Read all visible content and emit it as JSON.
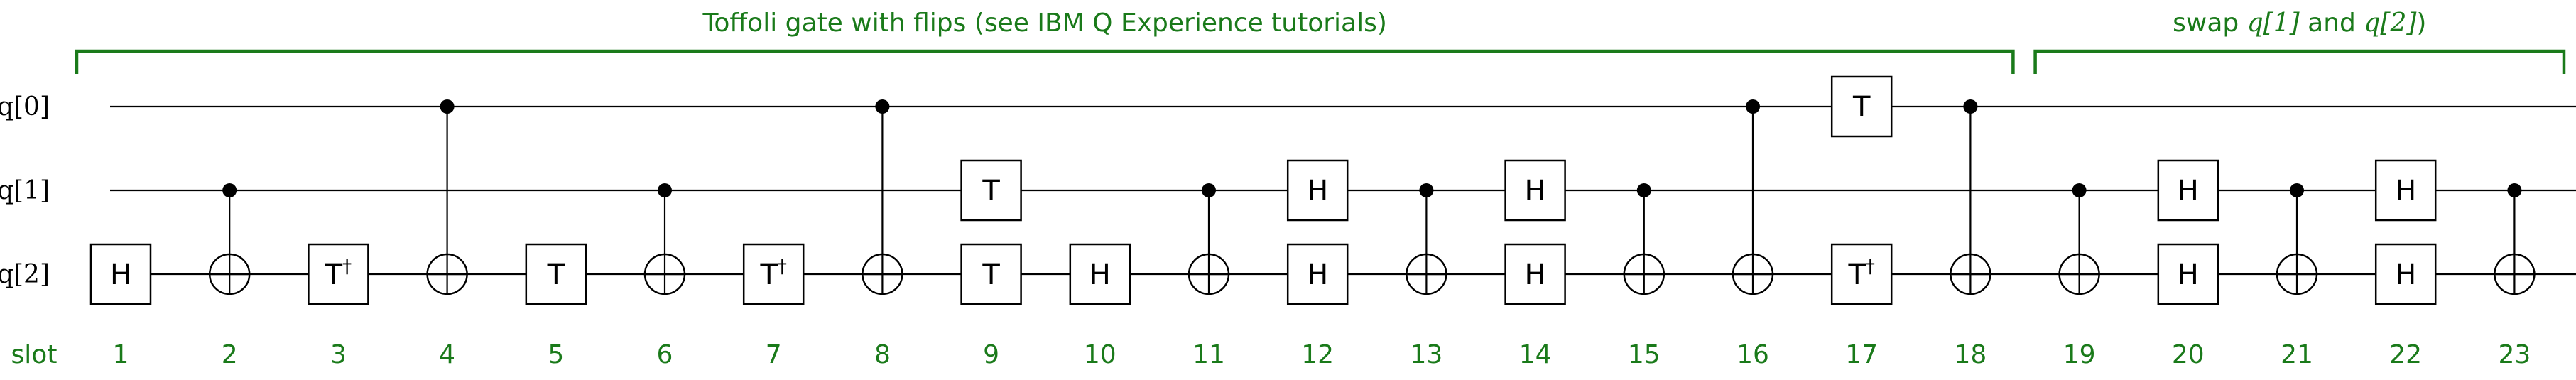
{
  "groups": [
    {
      "title": "Toffoli gate with flips (see IBM Q Experience tutorials)",
      "from_slot": 1,
      "to_slot": 18
    },
    {
      "title_prefix": "swap ",
      "q_a": "q[1]",
      "title_mid": " and ",
      "q_b": "q[2]",
      "title_suffix": ")",
      "from_slot": 19,
      "to_slot": 23
    }
  ],
  "qubits": [
    "q[0]",
    "q[1]",
    "q[2]"
  ],
  "slot_label": "slot",
  "slots": [
    "1",
    "2",
    "3",
    "4",
    "5",
    "6",
    "7",
    "8",
    "9",
    "10",
    "11",
    "12",
    "13",
    "14",
    "15",
    "16",
    "17",
    "18",
    "19",
    "20",
    "21",
    "22",
    "23"
  ],
  "operations": [
    {
      "slot": 1,
      "kind": "gate",
      "qubit": 2,
      "label": "H"
    },
    {
      "slot": 2,
      "kind": "cnot",
      "control": 1,
      "target": 2
    },
    {
      "slot": 3,
      "kind": "gate",
      "qubit": 2,
      "label": "T",
      "dagger": "†"
    },
    {
      "slot": 4,
      "kind": "cnot",
      "control": 0,
      "target": 2
    },
    {
      "slot": 5,
      "kind": "gate",
      "qubit": 2,
      "label": "T"
    },
    {
      "slot": 6,
      "kind": "cnot",
      "control": 1,
      "target": 2
    },
    {
      "slot": 7,
      "kind": "gate",
      "qubit": 2,
      "label": "T",
      "dagger": "†"
    },
    {
      "slot": 8,
      "kind": "cnot",
      "control": 0,
      "target": 2
    },
    {
      "slot": 9,
      "kind": "gate",
      "qubit": 1,
      "label": "T"
    },
    {
      "slot": 9,
      "kind": "gate",
      "qubit": 2,
      "label": "T"
    },
    {
      "slot": 10,
      "kind": "gate",
      "qubit": 2,
      "label": "H"
    },
    {
      "slot": 11,
      "kind": "cnot",
      "control": 1,
      "target": 2
    },
    {
      "slot": 12,
      "kind": "gate",
      "qubit": 1,
      "label": "H"
    },
    {
      "slot": 12,
      "kind": "gate",
      "qubit": 2,
      "label": "H"
    },
    {
      "slot": 13,
      "kind": "cnot",
      "control": 1,
      "target": 2
    },
    {
      "slot": 14,
      "kind": "gate",
      "qubit": 1,
      "label": "H"
    },
    {
      "slot": 14,
      "kind": "gate",
      "qubit": 2,
      "label": "H"
    },
    {
      "slot": 15,
      "kind": "cnot",
      "control": 1,
      "target": 2
    },
    {
      "slot": 16,
      "kind": "cnot",
      "control": 0,
      "target": 2
    },
    {
      "slot": 17,
      "kind": "gate",
      "qubit": 0,
      "label": "T"
    },
    {
      "slot": 17,
      "kind": "gate",
      "qubit": 2,
      "label": "T",
      "dagger": "†"
    },
    {
      "slot": 18,
      "kind": "cnot",
      "control": 0,
      "target": 2
    },
    {
      "slot": 19,
      "kind": "cnot",
      "control": 1,
      "target": 2
    },
    {
      "slot": 20,
      "kind": "gate",
      "qubit": 1,
      "label": "H"
    },
    {
      "slot": 20,
      "kind": "gate",
      "qubit": 2,
      "label": "H"
    },
    {
      "slot": 21,
      "kind": "cnot",
      "control": 1,
      "target": 2
    },
    {
      "slot": 22,
      "kind": "gate",
      "qubit": 1,
      "label": "H"
    },
    {
      "slot": 22,
      "kind": "gate",
      "qubit": 2,
      "label": "H"
    },
    {
      "slot": 23,
      "kind": "cnot",
      "control": 1,
      "target": 2
    }
  ],
  "colors": {
    "annotation": "#1a7a1a",
    "line": "#000000",
    "background": "#ffffff"
  }
}
